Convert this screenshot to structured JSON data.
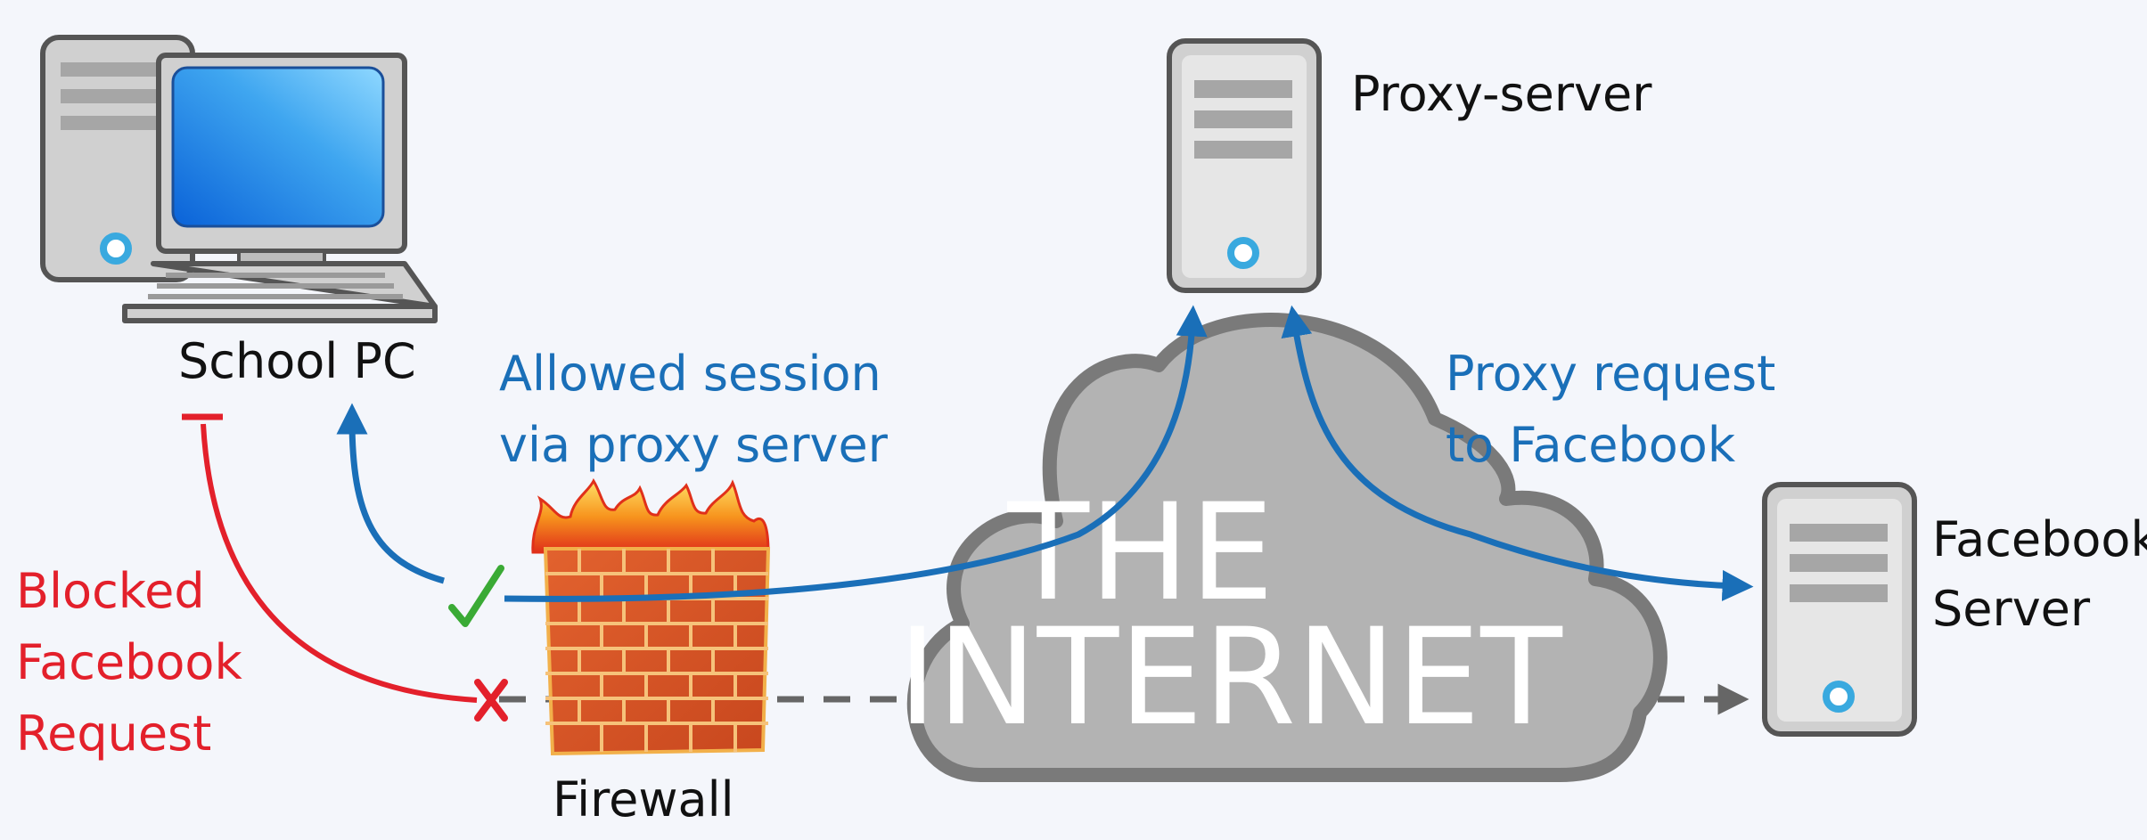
{
  "labels": {
    "school_pc": "School PC",
    "proxy_server": "Proxy-server",
    "facebook_server_line1": "Facebook",
    "facebook_server_line2": "Server",
    "firewall": "Firewall",
    "allowed_line1": "Allowed session",
    "allowed_line2": "via proxy server",
    "proxy_request_line1": "Proxy request",
    "proxy_request_line2": "to Facebook",
    "blocked_line1": "Blocked",
    "blocked_line2": "Facebook",
    "blocked_line3": "Request",
    "internet_line1": "THE",
    "internet_line2": "INTERNET"
  },
  "colors": {
    "background": "#f4f6fb",
    "allowed_path": "#1a6fb8",
    "blocked_path": "#e3202b",
    "accepted_check": "#3aaa35",
    "direct_path": "#666666",
    "cloud": "#b3b3b3",
    "brick": "#d9542a"
  },
  "icons": {
    "school_pc": "desktop-computer-icon",
    "proxy_server": "server-tower-icon",
    "facebook_server": "server-tower-icon",
    "firewall": "burning-brick-wall-icon",
    "internet": "cloud-icon",
    "allowed": "checkmark-icon",
    "blocked": "cross-mark-icon"
  }
}
